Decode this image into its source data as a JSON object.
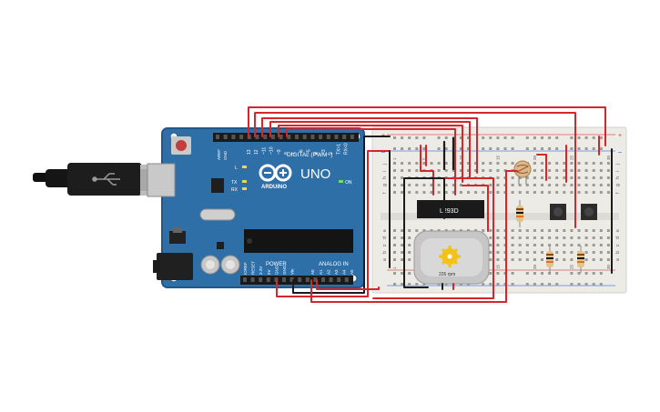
{
  "board": {
    "name": "UNO",
    "brand": "ARDUINO",
    "digital_label": "DIGITAL (PWM~)",
    "aref": "AREF",
    "gnd": "GND",
    "digital_pins": [
      "13",
      "12",
      "~11",
      "~10",
      "~9",
      "8",
      "7",
      "~6",
      "~5",
      "4",
      "~3",
      "2",
      "TX>1",
      "RX<0"
    ],
    "led_l": "L",
    "led_tx": "TX",
    "led_rx": "RX",
    "on_label": "ON",
    "power_label": "POWER",
    "analog_label": "ANALOG IN",
    "power_pins": [
      "IOREF",
      "RESET",
      "3.3V",
      "5V",
      "GND",
      "GND",
      "Vin"
    ],
    "analog_pins": [
      "A0",
      "A1",
      "A2",
      "A3",
      "A4",
      "A5"
    ]
  },
  "breadboard": {
    "col_numbers": [
      "1",
      "5",
      "10",
      "15",
      "20",
      "25",
      "30"
    ],
    "row_letters": [
      "j",
      "i",
      "h",
      "g",
      "f",
      "e",
      "d",
      "c",
      "b",
      "a"
    ]
  },
  "ic": {
    "label": "L293D"
  },
  "motor": {
    "rpm_label": "226 rpm"
  },
  "colors": {
    "board_blue": "#2f6fa8",
    "board_edge": "#23578a",
    "wire_red": "#d7262b",
    "wire_black": "#1b1b1b",
    "breadboard": "#ecebe6",
    "accent_yellow": "#f2c21b"
  }
}
